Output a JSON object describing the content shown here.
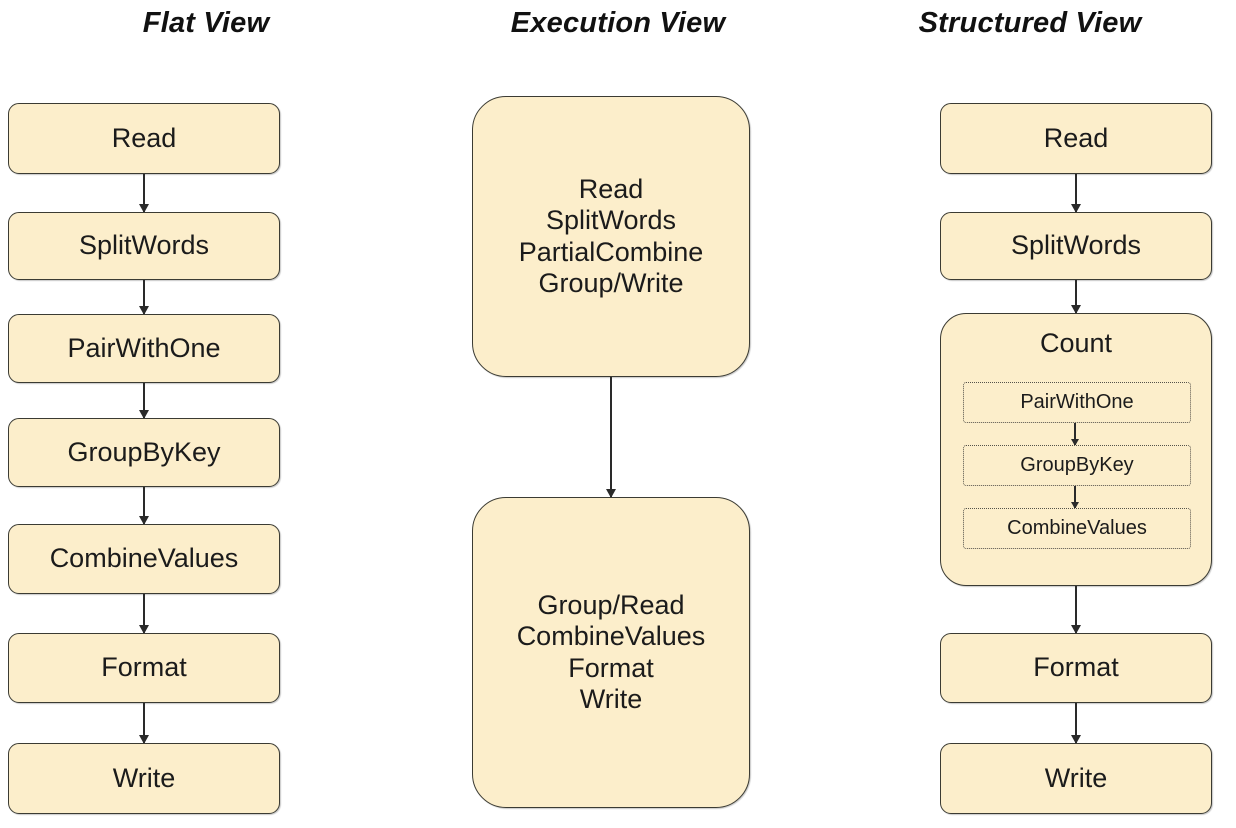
{
  "diagram": {
    "title_style": "bold-italic",
    "background_color": "#ffffff",
    "node_fill_color": "#fceecb",
    "node_border_color": "#3b3b33",
    "subnode_border_style": "dotted",
    "arrow_color": "#2a2a2a"
  },
  "columns": [
    {
      "id": "flat",
      "title": "Flat View",
      "nodes": [
        {
          "label": "Read"
        },
        {
          "label": "SplitWords"
        },
        {
          "label": "PairWithOne"
        },
        {
          "label": "GroupByKey"
        },
        {
          "label": "CombineValues"
        },
        {
          "label": "Format"
        },
        {
          "label": "Write"
        }
      ]
    },
    {
      "id": "execution",
      "title": "Execution View",
      "nodes": [
        {
          "label": "Read\nSplitWords\nPartialCombine\nGroup/Write",
          "lines": [
            "Read",
            "SplitWords",
            "PartialCombine",
            "Group/Write"
          ]
        },
        {
          "label": "Group/Read\nCombineValues\nFormat\nWrite",
          "lines": [
            "Group/Read",
            "CombineValues",
            "Format",
            "Write"
          ]
        }
      ]
    },
    {
      "id": "structured",
      "title": "Structured View",
      "nodes": [
        {
          "label": "Read"
        },
        {
          "label": "SplitWords"
        },
        {
          "label": "Count",
          "children": [
            {
              "label": "PairWithOne"
            },
            {
              "label": "GroupByKey"
            },
            {
              "label": "CombineValues"
            }
          ]
        },
        {
          "label": "Format"
        },
        {
          "label": "Write"
        }
      ]
    }
  ]
}
